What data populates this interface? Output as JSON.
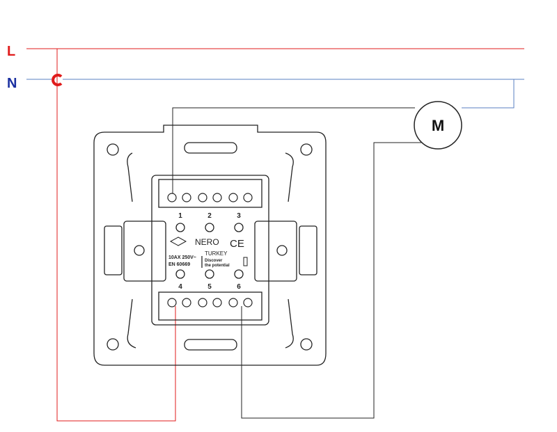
{
  "labels": {
    "line": "L",
    "neutral": "N",
    "motor": "M"
  },
  "switch": {
    "brand": "NERO",
    "rating": "10AX 250V~",
    "standard": "EN 60669",
    "country": "TURKEY",
    "slogan_1": "Discover",
    "slogan_2": "the potential",
    "ce_mark": "CE",
    "terminals": [
      "1",
      "2",
      "3",
      "4",
      "5",
      "6"
    ]
  },
  "colors": {
    "line": "#e01b1b",
    "neutral": "#2040a0",
    "neutral_wire": "#5a7fc0",
    "motor_wire": "#000000",
    "outline": "#222222"
  }
}
